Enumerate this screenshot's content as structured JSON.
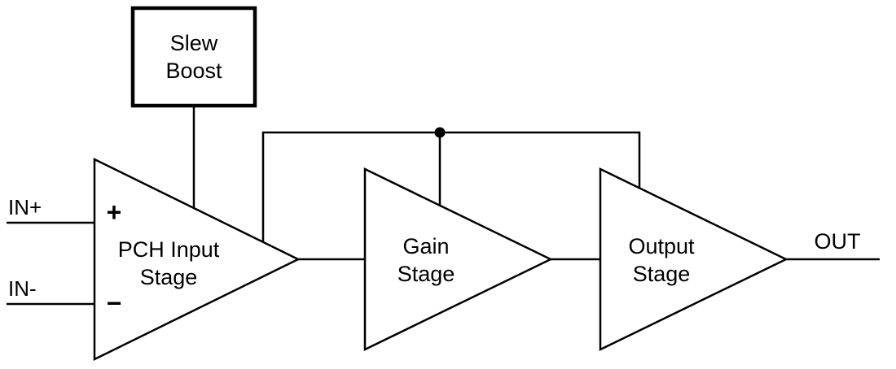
{
  "diagram": {
    "type": "amplifier-block-diagram",
    "blocks": {
      "slew_boost": {
        "label_line1": "Slew",
        "label_line2": "Boost"
      },
      "pch_input_stage": {
        "label_line1": "PCH Input",
        "label_line2": "Stage",
        "plus_sign": "+",
        "minus_sign": "−"
      },
      "gain_stage": {
        "label_line1": "Gain",
        "label_line2": "Stage"
      },
      "output_stage": {
        "label_line1": "Output",
        "label_line2": "Stage"
      }
    },
    "ports": {
      "in_plus": "IN+",
      "in_minus": "IN-",
      "out": "OUT"
    },
    "connections": [
      "Slew Boost -> PCH Input Stage",
      "IN+ -> PCH Input Stage (+)",
      "IN- -> PCH Input Stage (-)",
      "PCH Input Stage -> Gain Stage",
      "Gain Stage -> Output Stage",
      "Output Stage -> OUT",
      "Top rail from PCH Input Stage output over Gain Stage (junction dot) to Output Stage"
    ],
    "colors": {
      "stroke": "#000000",
      "background": "#ffffff"
    }
  }
}
